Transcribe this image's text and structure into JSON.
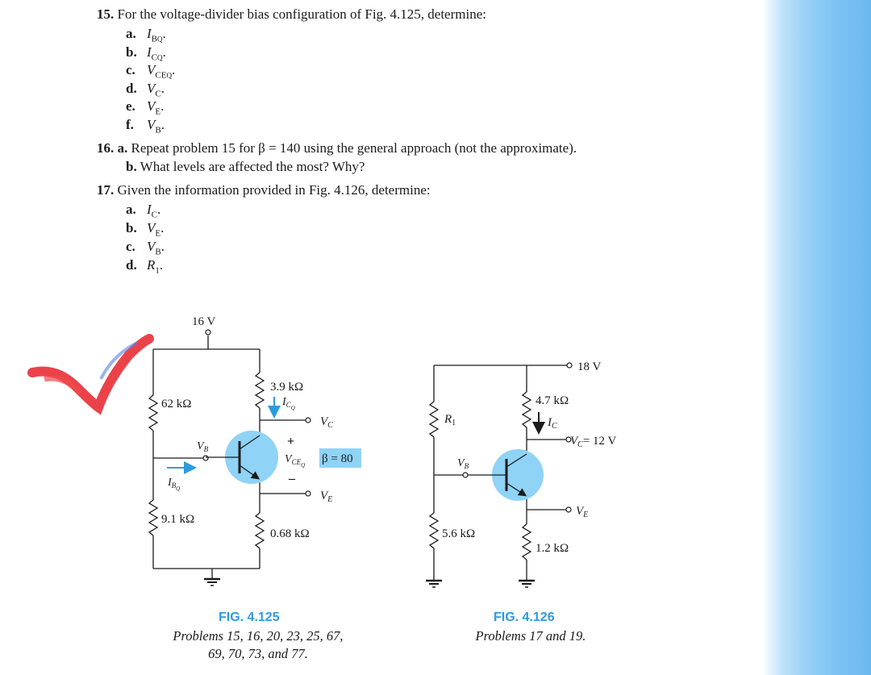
{
  "problem15": {
    "number": "15.",
    "text": "For the voltage-divider bias configuration of Fig. 4.125, determine:",
    "items": [
      {
        "letter": "a.",
        "sym": "I",
        "sub": "B",
        "subsub": "Q"
      },
      {
        "letter": "b.",
        "sym": "I",
        "sub": "C",
        "subsub": "Q"
      },
      {
        "letter": "c.",
        "sym": "V",
        "sub": "CE",
        "subsub": "Q"
      },
      {
        "letter": "d.",
        "sym": "V",
        "sub": "C",
        "subsub": ""
      },
      {
        "letter": "e.",
        "sym": "V",
        "sub": "E",
        "subsub": ""
      },
      {
        "letter": "f.",
        "sym": "V",
        "sub": "B",
        "subsub": ""
      }
    ]
  },
  "problem16": {
    "number": "16.",
    "a_letter": "a.",
    "a_text": "Repeat problem 15 for β = 140 using the general approach (not the approximate).",
    "b_letter": "b.",
    "b_text": "What levels are affected the most? Why?"
  },
  "problem17": {
    "number": "17.",
    "text": "Given the information provided in Fig. 4.126, determine:",
    "items": [
      {
        "letter": "a.",
        "sym": "I",
        "sub": "C"
      },
      {
        "letter": "b.",
        "sym": "V",
        "sub": "E"
      },
      {
        "letter": "c.",
        "sym": "V",
        "sub": "B"
      },
      {
        "letter": "d.",
        "sym": "R",
        "sub": "1"
      }
    ]
  },
  "fig125": {
    "title": "FIG. 4.125",
    "caption_line1": "Problems 15, 16, 20, 23, 25, 67,",
    "caption_line2": "69, 70, 73, and 77.",
    "supply": "16 V",
    "r1": "62 kΩ",
    "r2": "9.1 kΩ",
    "rc": "3.9 kΩ",
    "re": "0.68 kΩ",
    "beta": "β = 80"
  },
  "fig126": {
    "title": "FIG. 4.126",
    "caption": "Problems 17 and 19.",
    "supply": "18 V",
    "r1": "R",
    "r2": "5.6 kΩ",
    "rc": "4.7 kΩ",
    "re": "1.2 kΩ",
    "vc": "= 12 V"
  },
  "colors": {
    "accent_blue": "#2b9be0",
    "transistor_fill": "#8fd3f6",
    "text": "#1a1a1a"
  }
}
